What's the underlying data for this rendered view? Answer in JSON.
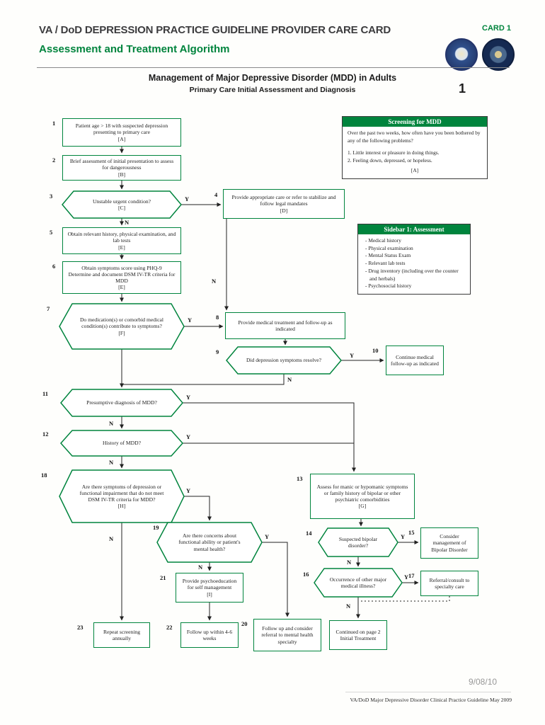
{
  "header": {
    "title": "VA / DoD DEPRESSION PRACTICE GUIDELINE PROVIDER CARE CARD",
    "card_label": "CARD 1",
    "subtitle": "Assessment and Treatment Algorithm"
  },
  "titles": {
    "main": "Management of Major Depressive Disorder (MDD) in Adults",
    "sub": "Primary Care Initial Assessment and Diagnosis",
    "page_number": "1"
  },
  "flow": {
    "yes": "Y",
    "no": "N"
  },
  "nodes": [
    {
      "num": "1",
      "label": "Patient age > 18 with suspected depression presenting to primary care",
      "code": "[A]"
    },
    {
      "num": "2",
      "label": "Brief assessment of initial presentation to assess for dangerousness",
      "code": "[B]"
    },
    {
      "num": "3",
      "label": "Unstable urgent condition?",
      "code": "[C]"
    },
    {
      "num": "4",
      "label": "Provide appropriate care or refer to stabilize and follow legal mandates",
      "code": "[D]"
    },
    {
      "num": "5",
      "label": "Obtain relevant history, physical examination, and lab tests",
      "code": "[E]"
    },
    {
      "num": "6",
      "label": "Obtain symptoms score using PHQ-9",
      "label2": "Determine and document DSM IV-TR criteria for MDD",
      "code": "[E]"
    },
    {
      "num": "7",
      "label": "Do medication(s) or comorbid medical condition(s) contribute to symptoms?",
      "code": "[F]"
    },
    {
      "num": "8",
      "label": "Provide medical treatment and follow-up as indicated",
      "code": ""
    },
    {
      "num": "9",
      "label": "Did depression symptoms resolve?",
      "code": ""
    },
    {
      "num": "10",
      "label": "Continue medical follow-up as indicated",
      "code": ""
    },
    {
      "num": "11",
      "label": "Presumptive diagnosis of MDD?",
      "code": ""
    },
    {
      "num": "12",
      "label": "History of MDD?",
      "code": ""
    },
    {
      "num": "13",
      "label": "Assess for manic or hypomanic symptoms or family history of bipolar or other psychiatric comorbidities",
      "code": "[G]"
    },
    {
      "num": "14",
      "label": "Suspected bipolar disorder?",
      "code": ""
    },
    {
      "num": "15",
      "label": "Consider management of Bipolar Disorder",
      "code": ""
    },
    {
      "num": "16",
      "label": "Occurrence of other major medical illness?",
      "code": ""
    },
    {
      "num": "17",
      "label": "Referral/consult to specialty care",
      "code": ""
    },
    {
      "num": "18",
      "label": "Are there symptoms of depression or functional impairment that do not meet DSM IV-TR criteria for MDD?",
      "code": "[H]"
    },
    {
      "num": "19",
      "label": "Are there concerns about functional ability or patient's mental health?",
      "code": ""
    },
    {
      "num": "20",
      "label": "Follow up and consider referral to mental health specialty",
      "code": ""
    },
    {
      "num": "21",
      "label": "Provide psychoeducation for self management",
      "code": "[I]"
    },
    {
      "num": "22",
      "label": "Follow up within 4-6 weeks",
      "code": ""
    },
    {
      "num": "23",
      "label": "Repeat screening annually",
      "code": ""
    },
    {
      "num": "",
      "label": "Continued on page 2 Initial Treatment",
      "code": ""
    }
  ],
  "panels": {
    "screening": {
      "title": "Screening for MDD",
      "intro": "Over the past two weeks, how often have you been bothered by any of the following problems?",
      "items": [
        "1. Little interest or pleasure in doing things.",
        "2. Feeling down, depressed, or hopeless."
      ],
      "code": "[A]"
    },
    "sidebar": {
      "title": "Sidebar 1: Assessment",
      "items": [
        "Medical history",
        "Physical examination",
        "Mental Status Exam",
        "Relevant lab tests",
        "Drug inventory (including over the counter and herbals)",
        "Psychosocial history"
      ]
    }
  },
  "footer": {
    "date": "9/08/10",
    "citation": "VA/DoD Major Depressive Disorder Clinical Practice Guideline May 2009"
  },
  "colors": {
    "accent_green": "#00843d"
  }
}
